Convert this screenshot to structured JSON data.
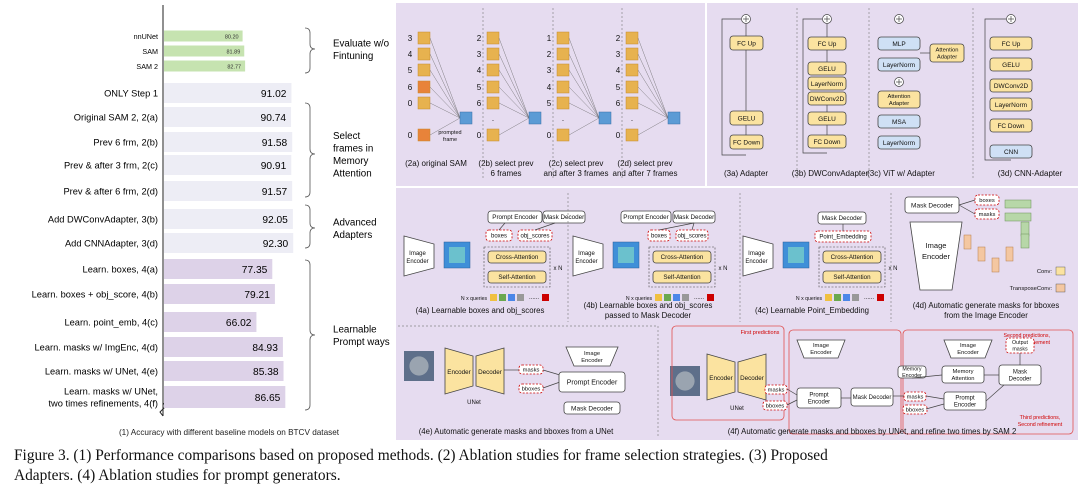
{
  "chart_data": {
    "type": "bar",
    "title": "",
    "footnote": "(1) Accuracy with different baseline models on BTCV dataset",
    "xlim": [
      0,
      100
    ],
    "groups": [
      {
        "name": "Evaluate w/o Fintuning",
        "label_lines": [
          "Evaluate w/o",
          "Fintuning"
        ]
      },
      {
        "name": "Select frames in Memory Attention",
        "label_lines": [
          "Select",
          "frames in",
          "Memory",
          "Attention"
        ]
      },
      {
        "name": "Advanced Adapters",
        "label_lines": [
          "Advanced",
          "Adapters"
        ]
      },
      {
        "name": "Learnable Prompt ways",
        "label_lines": [
          "Learnable",
          "Prompt ways"
        ]
      }
    ],
    "baseline_bars": [
      {
        "label": "nnUNet",
        "value": 80.2,
        "text": "80.20"
      },
      {
        "label": "SAM",
        "value": 81.89,
        "text": "81.89"
      },
      {
        "label": "SAM 2",
        "value": 82.77,
        "text": "82.77"
      }
    ],
    "bars": [
      {
        "label": "ONLY Step 1",
        "value": 91.02,
        "text": "91.02",
        "color": "#ededf5"
      },
      {
        "label": "Original SAM 2, 2(a)",
        "value": 90.74,
        "text": "90.74",
        "color": "#ededf5"
      },
      {
        "label": "Prev 6 frm, 2(b)",
        "value": 91.58,
        "text": "91.58",
        "color": "#ededf5"
      },
      {
        "label": "Prev & after 3 frm, 2(c)",
        "value": 90.91,
        "text": "90.91",
        "color": "#ededf5"
      },
      {
        "label": "Prev & after 6 frm, 2(d)",
        "value": 91.57,
        "text": "91.57",
        "color": "#ededf5"
      },
      {
        "label": "Add DWConvAdapter, 3(b)",
        "value": 92.05,
        "text": "92.05",
        "color": "#ededf5"
      },
      {
        "label": "Add CNNAdapter, 3(d)",
        "value": 92.3,
        "text": "92.30",
        "color": "#ededf5"
      },
      {
        "label": "Learn. boxes, 4(a)",
        "value": 77.35,
        "text": "77.35",
        "color": "#ddd2e8"
      },
      {
        "label": "Learn. boxes + obj_score, 4(b)",
        "value": 79.21,
        "text": "79.21",
        "color": "#ddd2e8"
      },
      {
        "label": "Learn. point_emb, 4(c)",
        "value": 66.02,
        "text": "66.02",
        "color": "#ddd2e8"
      },
      {
        "label": "Learn. masks w/ ImgEnc, 4(d)",
        "value": 84.93,
        "text": "84.93",
        "color": "#ddd2e8"
      },
      {
        "label": "Learn. masks w/ UNet, 4(e)",
        "value": 85.38,
        "text": "85.38",
        "color": "#ddd2e8"
      },
      {
        "label": "Learn. masks w/ UNet, two times refinements, 4(f)",
        "label_lines": [
          "Learn. masks w/ UNet,",
          "two times refinements, 4(f)"
        ],
        "value": 86.65,
        "text": "86.65",
        "color": "#ddd2e8"
      }
    ],
    "colors": {
      "baseline": "#c6e3b0",
      "ablation": "#ededf5",
      "prompt": "#ddd2e8"
    }
  },
  "panel2": {
    "original_sam": {
      "indices": [
        "3",
        "4",
        "5",
        "6",
        "0",
        "0"
      ],
      "prompted": [
        "prompted",
        "frame"
      ],
      "caption": "(2a) original SAM"
    },
    "prev6": {
      "indices": [
        "2",
        "3",
        "4",
        "5",
        "6",
        "0"
      ],
      "caption": [
        "(2b) select prev",
        "6 frames"
      ]
    },
    "prev_after3": {
      "indices": [
        "1",
        "2",
        "3",
        "4",
        "5",
        "0"
      ],
      "caption": [
        "(2c) select prev",
        "and after 3 frames"
      ]
    },
    "prev_after7": {
      "indices": [
        "2",
        "3",
        "4",
        "5",
        "6",
        "0"
      ],
      "caption": [
        "(2d) select prev",
        "and after 7 frames"
      ]
    }
  },
  "panel3": {
    "adapter": {
      "blocks": [
        "FC Up",
        "GELU",
        "FC Down"
      ],
      "caption": "(3a) Adapter"
    },
    "dwconv": {
      "blocks": [
        "FC Up",
        "GELU",
        "LayerNorm",
        "DWConv2D",
        "GELU",
        "FC Down"
      ],
      "caption": "(3b) DWConvAdapter"
    },
    "vit": {
      "blocks": [
        "MLP",
        "LayerNorm",
        "Attention Adapter",
        "MSA",
        "LayerNorm"
      ],
      "side": [
        "Attention",
        "Adapter"
      ],
      "attn": [
        "Attention",
        "Adapter"
      ],
      "caption": "(3c) ViT w/ Adapter"
    },
    "cnn": {
      "blocks": [
        "FC Up",
        "GELU",
        "DWConv2D",
        "LayerNorm",
        "FC Down",
        "CNN"
      ],
      "caption": "(3d) CNN-Adapter"
    }
  },
  "panel4": {
    "image_encoder": [
      "Image",
      "Encoder"
    ],
    "prompt_encoder": "Prompt Encoder",
    "mask_decoder": "Mask Decoder",
    "boxes": "boxes",
    "obj_scores": "obj_scores",
    "masks": "masks",
    "bboxes": "bboxes",
    "cross_attention": "Cross-Attention",
    "self_attention": "Self-Attention",
    "point_embedding": "Point_Embedding",
    "nx": "x N",
    "queries": "N x queries",
    "dots": "......",
    "conv": "Conv:",
    "transpose_conv": "TransposeConv:",
    "encoder": "Encoder",
    "decoder": "Decoder",
    "unet": "UNet",
    "memory_attention": [
      "Memory",
      "Attention"
    ],
    "memory_encoder": [
      "Memory",
      "Encoder"
    ],
    "output_masks": [
      "Output",
      "masks"
    ],
    "first_predictions": "First predictions",
    "second": [
      "Second predictions,",
      "First refinement"
    ],
    "third": [
      "Third predictions,",
      "Second refinement"
    ],
    "captions": {
      "a": "(4a) Learnable boxes and obj_scores",
      "b": [
        "(4b) Learnable boxes and obj_scores",
        "passed to Mask Decoder"
      ],
      "c": "(4c) Learnable Point_Embedding",
      "d": [
        "(4d) Automatic generate masks for bboxes",
        "from the Image Encoder"
      ],
      "e": "(4e) Automatic generate masks and bboxes from a UNet",
      "f": "(4f) Automatic generate masks and bboxes by UNet, and refine two times by SAM 2"
    }
  },
  "caption": {
    "line1": "Figure 3.  (1) Performance comparisons based on proposed methods.  (2) Ablation studies for frame selection strategies.  (3) Proposed",
    "line2": "Adapters. (4) Ablation studies for prompt generators."
  }
}
